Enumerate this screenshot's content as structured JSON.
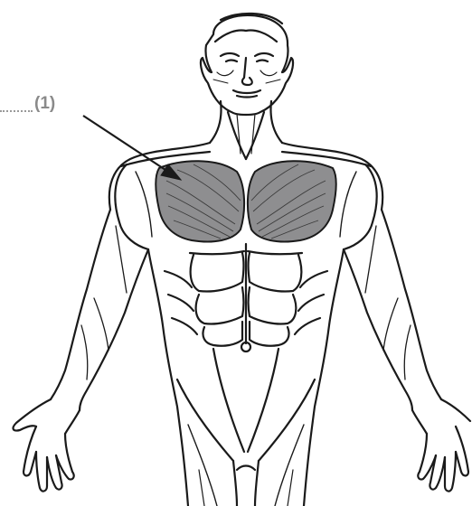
{
  "callout": {
    "label": "(1)"
  },
  "colors": {
    "outline": "#1a1a1a",
    "highlight_fill": "#8e8e90",
    "label": "#8a8a8a",
    "background": "#ffffff"
  },
  "highlighted_region": "chest-pectoral-muscles",
  "icon": "anatomy-figure-front"
}
